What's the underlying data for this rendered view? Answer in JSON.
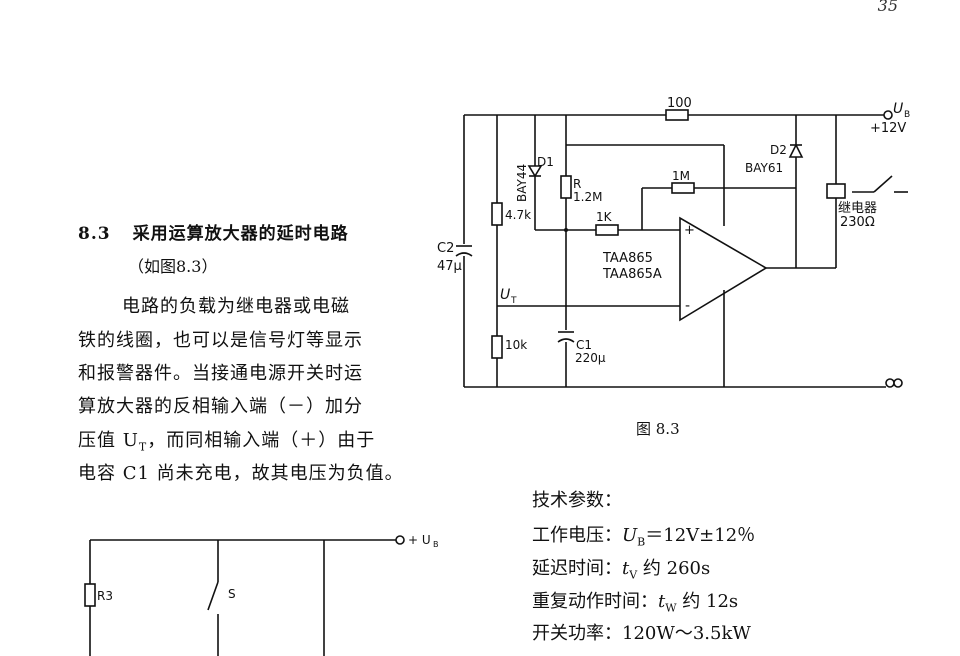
{
  "page_number": "35",
  "section": {
    "number": "8.3",
    "title": "采用运算放大器的延时电路",
    "figure_ref": "（如图8.3）"
  },
  "body_lines": [
    "电路的负载为继电器或电磁",
    "铁的线圈，也可以是信号灯等显示",
    "和报警器件。当接通电源开关时运",
    "算放大器的反相输入端（－）加分",
    "压值 U",
    "，而同相输入端（＋）由于",
    "电容 C1 尚未充电，故其电压为负值。"
  ],
  "body_subscript": "T",
  "figure_caption": "图 8.3",
  "specs": {
    "heading": "技术参数：",
    "items": [
      {
        "label": "工作电压：",
        "value": "U",
        "sub": "B",
        "rest": "＝12V±12％"
      },
      {
        "label": "延迟时间：",
        "value": "t",
        "sub": "V",
        "rest": " 约 260s"
      },
      {
        "label": "重复动作时间：",
        "value": "t",
        "sub": "W",
        "rest": " 约 12s"
      },
      {
        "label": "开关功率：",
        "value": "",
        "sub": "",
        "rest": "120W～3.5kW"
      }
    ]
  },
  "circuit": {
    "r_top": "100",
    "supply_label": "U",
    "supply_sub": "B",
    "supply_voltage": "+12V",
    "d1_type": "BAY44",
    "d1_name": "D1",
    "r_name": "R",
    "r_value": "1.2M",
    "r_fb": "1M",
    "r_in": "1K",
    "d2_name": "D2",
    "d2_type": "BAY61",
    "relay_label": "继电器",
    "relay_value": "230Ω",
    "c2_name": "C2",
    "c2_value": "47μ",
    "r_div_top": "4.7k",
    "r_div_bottom": "10k",
    "ut_label": "U",
    "ut_sub": "T",
    "c1_name": "C1",
    "c1_value": "220μ",
    "opamp_model1": "TAA865",
    "opamp_model2": "TAA865A",
    "plus": "+",
    "minus": "-"
  },
  "circuit2": {
    "supply_label": "+ U",
    "supply_sub": "B",
    "r3": "R3",
    "switch": "S"
  }
}
